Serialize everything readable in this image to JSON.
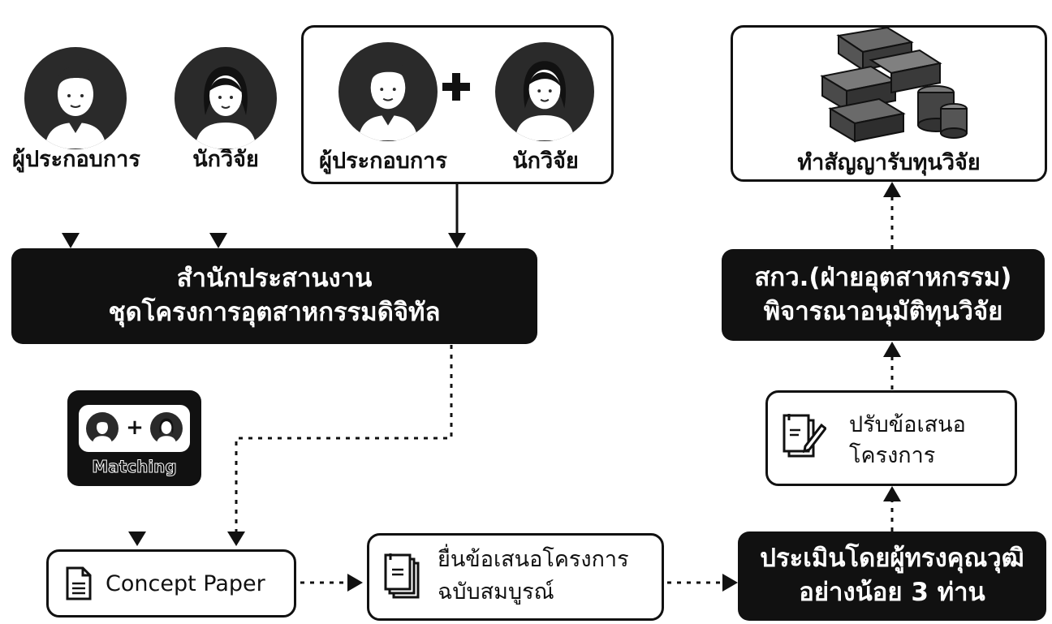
{
  "persons": {
    "entrepreneur_label": "ผู้ประกอบการ",
    "researcher_label": "นักวิจัย",
    "team_entrepreneur_label": "ผู้ประกอบการ",
    "team_researcher_label": "นักวิจัย",
    "plus_symbol": "+"
  },
  "office": {
    "line1": "สำนักประสานงาน",
    "line2": "ชุดโครงการอุตสาหกรรมดิจิทัล"
  },
  "matching": {
    "label": "Matching",
    "plus_symbol": "+"
  },
  "concept_paper": {
    "label": "Concept Paper"
  },
  "full_proposal": {
    "line1": "ยื่นข้อเสนอโครงการ",
    "line2": "ฉบับสมบูรณ์"
  },
  "evaluation": {
    "line1": "ประเมินโดยผู้ทรงคุณวุฒิ",
    "line2": "อย่างน้อย 3 ท่าน"
  },
  "revise": {
    "line1": "ปรับข้อเสนอ",
    "line2": "โครงการ"
  },
  "approval": {
    "line1": "สกว.(ฝ่ายอุตสาหกรรม)",
    "line2": "พิจารณาอนุมัติทุนวิจัย"
  },
  "contract": {
    "label": "ทำสัญญารับทุนวิจัย"
  },
  "colors": {
    "dark": "#111111",
    "white": "#ffffff",
    "avatar_bg": "#2a2a2a",
    "skin": "#ffffff"
  },
  "icons": [
    "male-avatar-icon",
    "female-avatar-icon",
    "plus-icon",
    "document-icon",
    "documents-stack-icon",
    "edit-document-icon",
    "money-stack-icon",
    "arrow-down-icon",
    "arrow-up-icon",
    "arrow-right-icon"
  ]
}
